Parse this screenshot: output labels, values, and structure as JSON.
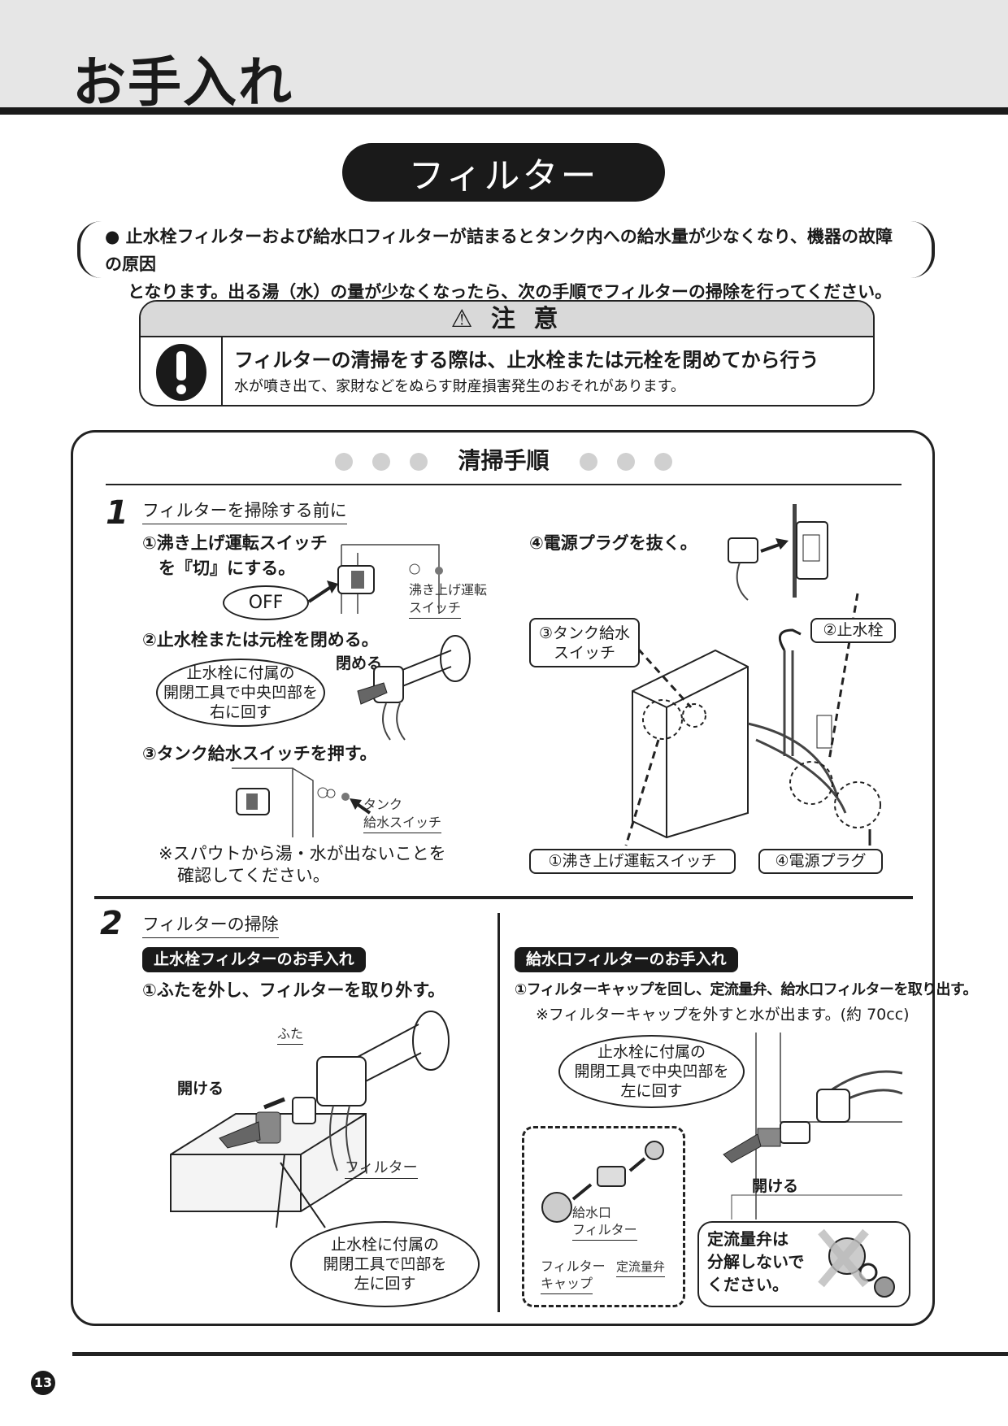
{
  "header": {
    "title": "お手入れ"
  },
  "section": {
    "title": "フィルター"
  },
  "intro": {
    "line1": "● 止水栓フィルターおよび給水口フィルターが詰まるとタンク内への給水量が少なくなり、機器の故障の原因",
    "line2": "となります。出る湯（水）の量が少なくなったら、次の手順でフィルターの掃除を行ってください。"
  },
  "caution": {
    "heading": "⚠ 注 意",
    "title": "フィルターの清掃をする際は、止水栓または元栓を閉めてから行う",
    "body": "水が噴き出て、家財などをぬらす財産損害発生のおそれがあります。"
  },
  "procedure": {
    "heading": "清掃手順",
    "step1": {
      "number": "1",
      "title": "フィルターを掃除する前に",
      "a1": "①沸き上げ運転スイッチ",
      "a2": "を『切』にする。",
      "off": "OFF",
      "switch_label1": "沸き上げ運転",
      "switch_label2": "スイッチ",
      "b": "②止水栓または元栓を閉める。",
      "close": "閉める",
      "bubble1": "止水栓に付属の",
      "bubble2": "開閉工具で中央凹部を",
      "bubble3": "右に回す",
      "c": "③タンク給水スイッチを押す。",
      "tank_label1": "タンク",
      "tank_label2": "給水スイッチ",
      "note1": "※スパウトから湯・水が出ないことを",
      "note2": "確認してください。",
      "d": "④電源プラグを抜く。",
      "callouts": {
        "tank_switch1": "③タンク給水",
        "tank_switch2": "スイッチ",
        "stop_valve": "②止水栓",
        "boil_switch": "①沸き上げ運転スイッチ",
        "plug": "④電源プラグ"
      }
    },
    "step2": {
      "number": "2",
      "title": "フィルターの掃除",
      "left": {
        "tag": "止水栓フィルターのお手入れ",
        "instr": "①ふたを外し、フィルターを取り外す。",
        "lid": "ふた",
        "open": "開ける",
        "filter": "フィルター",
        "bubble1": "止水栓に付属の",
        "bubble2": "開閉工具で凹部を",
        "bubble3": "左に回す"
      },
      "right": {
        "tag": "給水口フィルターのお手入れ",
        "instr": "①フィルターキャップを回し、定流量弁、給水口フィルターを取り出す。",
        "note": "※フィルターキャップを外すと水が出ます。(約 70cc)",
        "bubble1": "止水栓に付属の",
        "bubble2": "開閉工具で中央凹部を",
        "bubble3": "左に回す",
        "inlet_filter1": "給水口",
        "inlet_filter2": "フィルター",
        "cap1": "フィルター",
        "cap2": "キャップ",
        "valve": "定流量弁",
        "open": "開ける",
        "warn1": "定流量弁は",
        "warn2": "分解しないで",
        "warn3": "ください。"
      }
    }
  },
  "footer": {
    "page": "13"
  }
}
